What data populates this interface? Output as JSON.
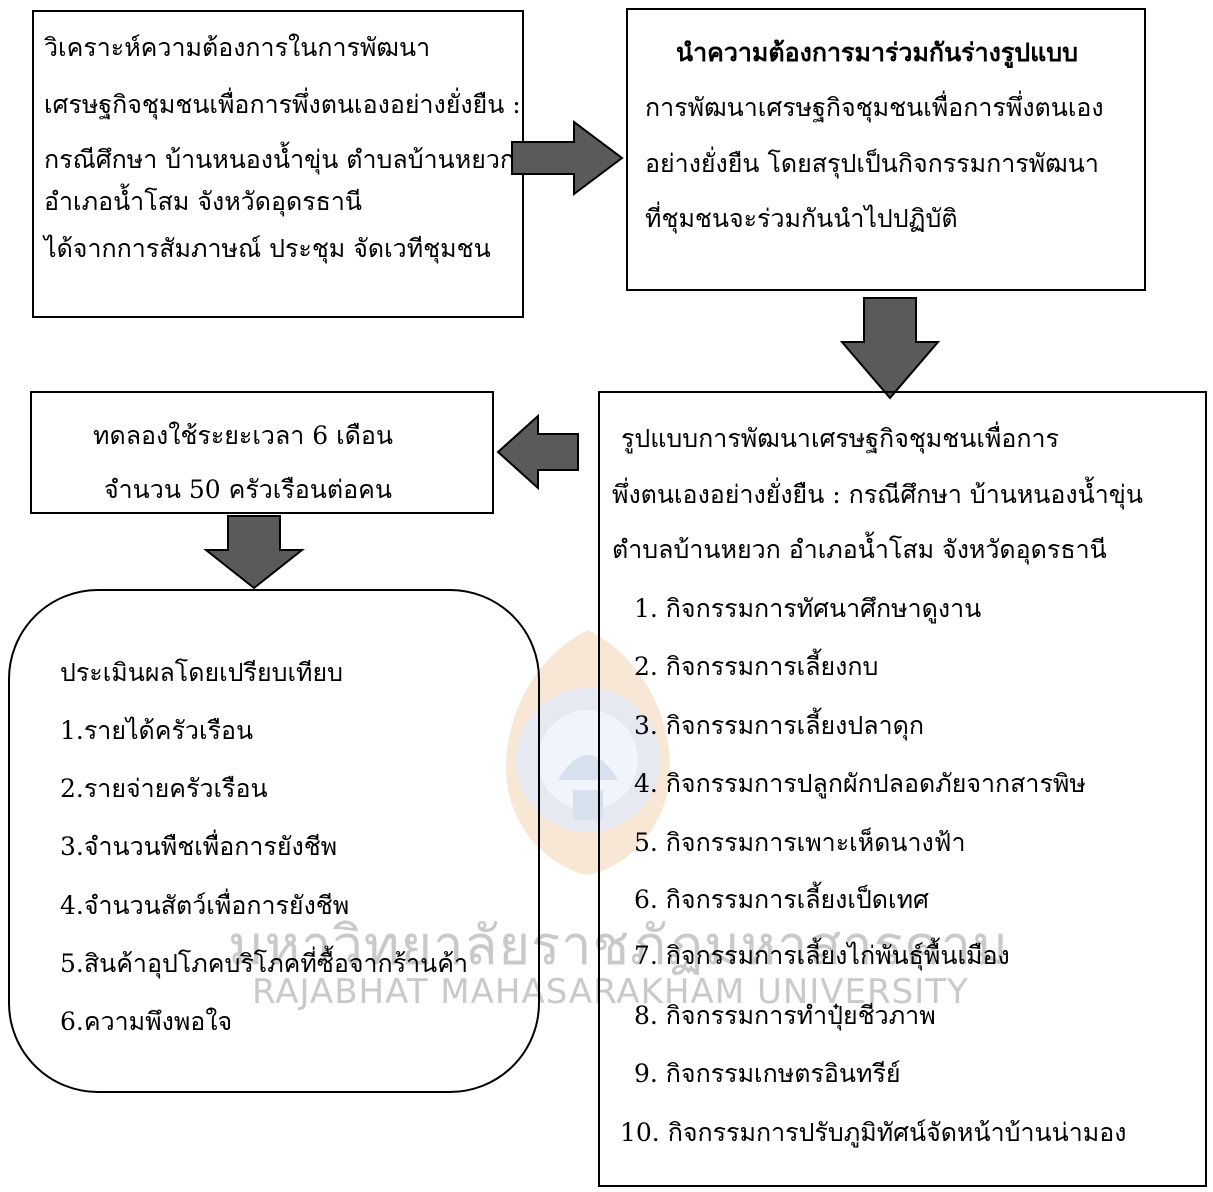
{
  "box_tl": {
    "lines": [
      "วิเคราะห์ความต้องการในการพัฒนา",
      "เศรษฐกิจชุมชนเพื่อการพึ่งตนเองอย่างยั่งยืน :",
      "กรณีศึกษา บ้านหนองน้ำขุ่น ตำบลบ้านหยวก",
      "อำเภอน้ำโสม  จังหวัดอุดรธานี",
      " ได้จากการสัมภาษณ์  ประชุม  จัดเวทีชุมชน"
    ]
  },
  "box_tr": {
    "title": "นำความต้องการมาร่วมกันร่างรูปแบบ",
    "lines": [
      "การพัฒนาเศรษฐกิจชุมชนเพื่อการพึ่งตนเอง",
      "อย่างยั่งยืน  โดยสรุปเป็นกิจกรรมการพัฒนา",
      "ที่ชุมชนจะร่วมกันนำไปปฏิบัติ"
    ]
  },
  "box_ml": {
    "lines": [
      "ทดลองใช้ระยะเวลา 6 เดือน",
      "จำนวน 50  ครัวเรือนต่อคน"
    ]
  },
  "box_br": {
    "header": [
      "รูปแบบการพัฒนาเศรษฐกิจชุมชนเพื่อการ",
      "พึ่งตนเองอย่างยั่งยืน : กรณีศึกษา บ้านหนองน้ำขุ่น",
      "ตำบลบ้านหยวก  อำเภอน้ำโสม  จังหวัดอุดรธานี"
    ],
    "items": [
      "1. กิจกรรมการทัศนาศึกษาดูงาน",
      "2. กิจกรรมการเลี้ยงกบ",
      "3. กิจกรรมการเลี้ยงปลาดุก",
      "4. กิจกรรมการปลูกผักปลอดภัยจากสารพิษ",
      "5. กิจกรรมการเพาะเห็ดนางฟ้า",
      "6. กิจกรรมการเลี้ยงเป็ดเทศ",
      "7. กิจกรรมการเลี้ยงไก่พันธุ์พื้นเมือง",
      "8. กิจกรรมการทำปุ๋ยชีวภาพ",
      "9. กิจกรรมเกษตรอินทรีย์",
      "10. กิจกรรมการปรับภูมิทัศน์จัดหน้าบ้านน่ามอง"
    ]
  },
  "box_bl": {
    "title": "ประเมินผลโดยเปรียบเทียบ",
    "items": [
      "1.รายได้ครัวเรือน",
      "2.รายจ่ายครัวเรือน",
      "3.จำนวนพืชเพื่อการยังชีพ",
      "4.จำนวนสัตว์เพื่อการยังชีพ",
      "5.สินค้าอุปโภคบริโภคที่ซื้อจากร้านค้า",
      "6.ความพึงพอใจ"
    ]
  },
  "watermark": {
    "thai": "มหาวิทยาลัยราชภัฏมหาสารคาม",
    "english": "RAJABHAT MAHASARAKHAM UNIVERSITY"
  },
  "colors": {
    "arrow_fill": "#555555",
    "watermark": "#c9c9c9",
    "logo_orange": "#f2c9a0",
    "logo_blue": "#c8d4e8"
  }
}
